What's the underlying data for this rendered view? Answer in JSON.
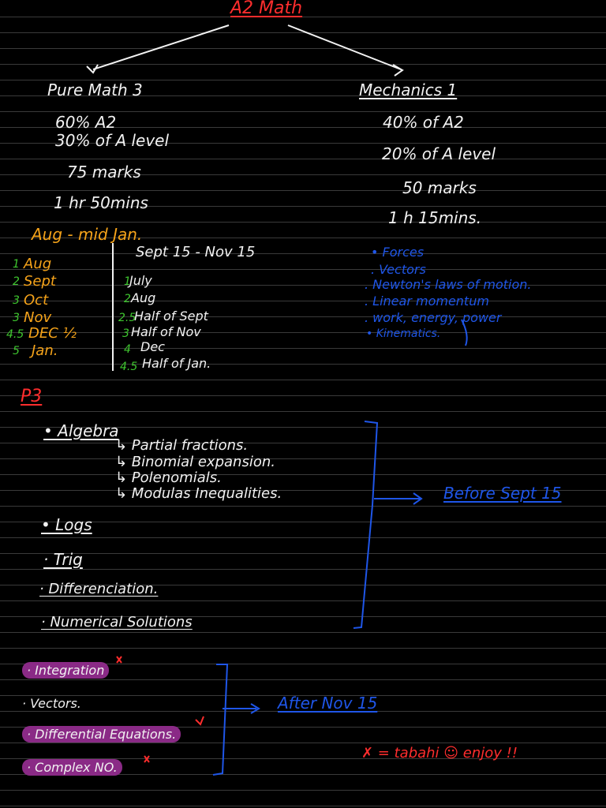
{
  "title": "A2 Math",
  "pure": {
    "heading": "Pure Math 3",
    "lines": [
      "60% A2",
      "30% of A level",
      "75 marks",
      "1 hr   50mins"
    ]
  },
  "mechanics": {
    "heading": "Mechanics 1",
    "lines": [
      "40% of A2",
      "20% of A level",
      "50 marks",
      "1 h 15mins."
    ]
  },
  "schedule": {
    "heading": "Aug - mid Jan.",
    "months": [
      {
        "num": "1",
        "label": "Aug"
      },
      {
        "num": "2",
        "label": "Sept"
      },
      {
        "num": "3",
        "label": "Oct"
      },
      {
        "num": "3",
        "label": "Nov"
      },
      {
        "num": "4.5",
        "label": "DEC ½"
      },
      {
        "num": "5",
        "label": "Jan."
      }
    ],
    "range": "Sept 15 - Nov 15",
    "items": [
      {
        "num": "1",
        "label": "July"
      },
      {
        "num": "2",
        "label": "Aug"
      },
      {
        "num": "2.5",
        "label": "Half of Sept"
      },
      {
        "num": "3",
        "label": "Half of Nov"
      },
      {
        "num": "4",
        "label": "Dec"
      },
      {
        "num": "4.5",
        "label": "Half of Jan."
      }
    ]
  },
  "mech_topics": [
    "• Forces",
    ". Vectors",
    ". Newton's laws of motion.",
    ". Linear momentum",
    ". work, energy, power",
    "• Kinematics."
  ],
  "p3": {
    "heading": "P3",
    "algebra": "• Algebra",
    "algebra_subs": [
      "↳ Partial fractions.",
      "↳ Binomial expansion.",
      "↳ Polenomials.",
      "↳ Modulas    Inequalities."
    ],
    "topics": [
      "• Logs",
      "· Trig",
      "· Differenciation.",
      "· Numerical Solutions"
    ],
    "before_note": "Before Sept 15"
  },
  "later": {
    "topics": [
      "· Integration",
      "· Vectors.",
      "· Differential Equations.",
      "· Complex NO."
    ],
    "after_note": "After Nov 15",
    "legend": "✗ = tabahi  ☺ enjoy !!"
  },
  "colors": {
    "background": "#000000",
    "ink_white": "#f2f2f2",
    "ink_orange": "#f5a31a",
    "ink_green": "#3fc72f",
    "ink_blue": "#1f56e8",
    "ink_red": "#ff2d2d",
    "highlight_purple": "#8a2a86",
    "rule_lines": "#3a3a3a"
  }
}
